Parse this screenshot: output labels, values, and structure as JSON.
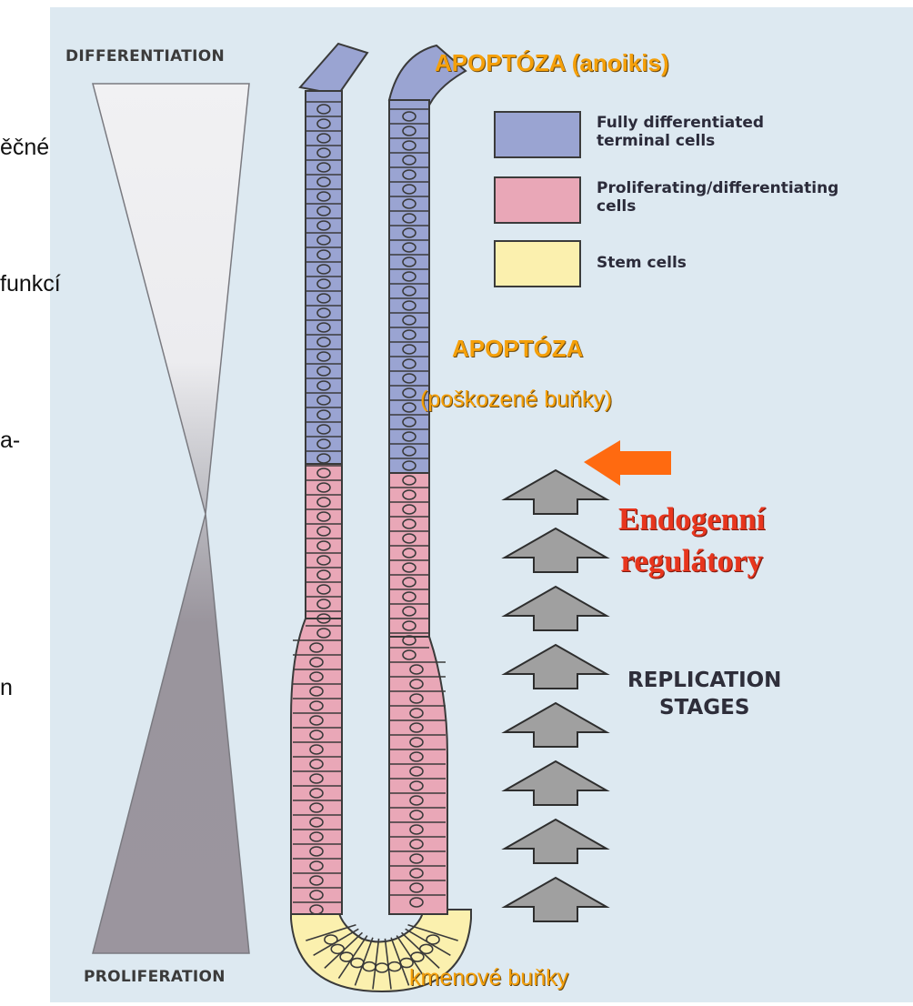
{
  "side_text": {
    "line1": "ěčné",
    "line2": "funkcí",
    "line3": "a-",
    "line4": "n"
  },
  "axis": {
    "top_label": "DIFFERENTIATION",
    "bottom_label": "PROLIFERATION"
  },
  "annotations": {
    "apoptosis_top": "APOPTÓZA (anoikis)",
    "apoptosis_mid": "APOPTÓZA",
    "apoptosis_mid_sub": "(poškozené buňky)",
    "stem_cells_label": "kmenové buňky",
    "endogenous_line1": "Endogenní",
    "endogenous_line2": "regulátory",
    "replication_line1": "REPLICATION",
    "replication_line2": "STAGES"
  },
  "legend": {
    "items": [
      {
        "line1": "Fully differentiated",
        "line2": "terminal cells",
        "color": "#9aa4d2"
      },
      {
        "line1": "Proliferating/differentiating",
        "line2": "cells",
        "color": "#e9a7b7"
      },
      {
        "line1": "Stem cells",
        "line2": "",
        "color": "#fbf0ae"
      }
    ]
  },
  "colors": {
    "background": "#dde9f1",
    "differentiated": "#9aa4d2",
    "proliferating": "#e9a7b7",
    "stem": "#fbf0ae",
    "arrow_orange": "#ff6a10",
    "arrow_grey": "#a0a0a0"
  },
  "icons": {
    "replication_arrows": "up-arrow-icon",
    "regulator_arrow": "left-arrow-icon"
  }
}
